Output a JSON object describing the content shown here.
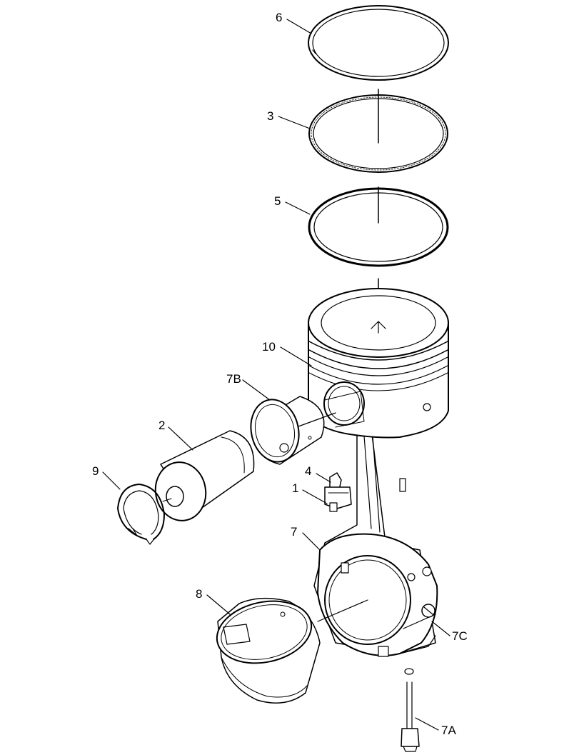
{
  "diagram": {
    "colors": {
      "ink": "#000000",
      "paper": "#ffffff"
    },
    "callouts": [
      {
        "id": "6",
        "label": "6",
        "part": "piston-ring-top"
      },
      {
        "id": "3",
        "label": "3",
        "part": "piston-ring-middle"
      },
      {
        "id": "5",
        "label": "5",
        "part": "piston-ring-bottom"
      },
      {
        "id": "10",
        "label": "10",
        "part": "piston"
      },
      {
        "id": "7B",
        "label": "7B",
        "part": "pin-bore-bushing"
      },
      {
        "id": "2",
        "label": "2",
        "part": "piston-pin"
      },
      {
        "id": "9",
        "label": "9",
        "part": "retaining-ring"
      },
      {
        "id": "4",
        "label": "4",
        "part": "piston-cooling-jet"
      },
      {
        "id": "1",
        "label": "1",
        "part": "jet-bolt"
      },
      {
        "id": "7",
        "label": "7",
        "part": "connecting-rod"
      },
      {
        "id": "8",
        "label": "8",
        "part": "rod-bearing"
      },
      {
        "id": "7C",
        "label": "7C",
        "part": "rod-cap-dowel"
      },
      {
        "id": "7A",
        "label": "7A",
        "part": "rod-cap-bolt"
      }
    ]
  }
}
